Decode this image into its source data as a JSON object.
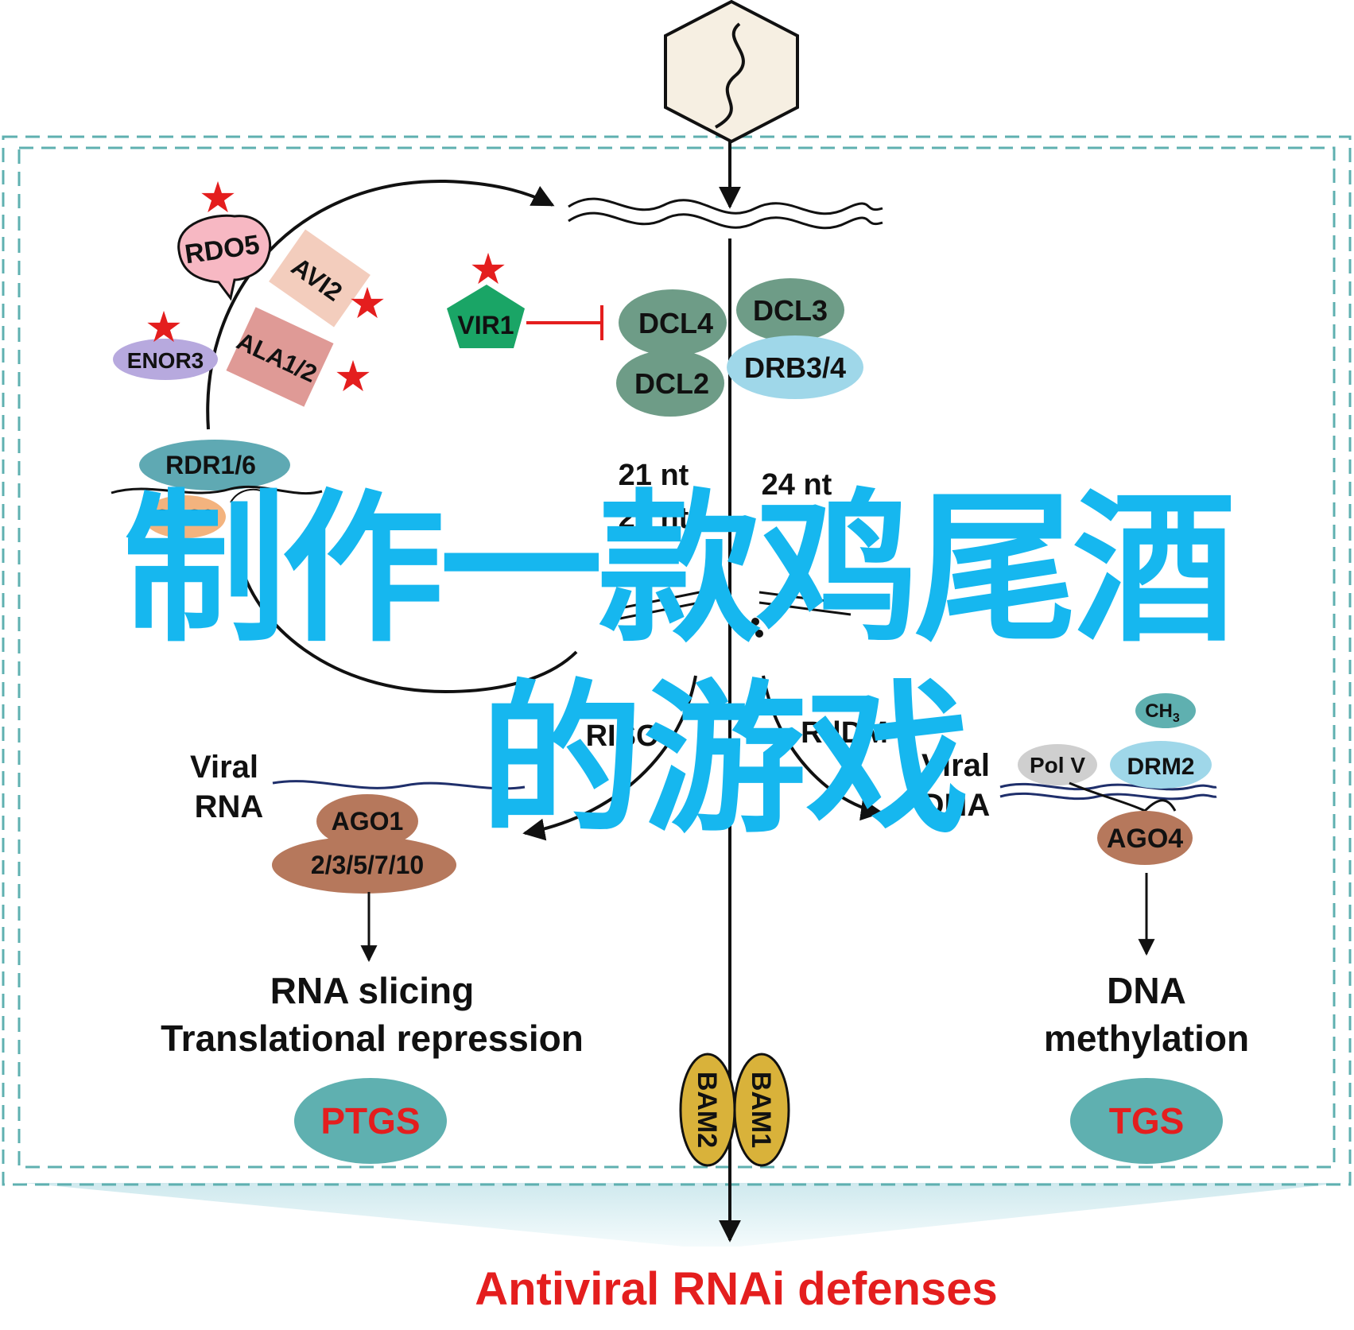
{
  "diagram": {
    "proteins": {
      "rdo5": "RDO5",
      "avi2": "AVI2",
      "enor3": "ENOR3",
      "ala": "ALA1/2",
      "vir1": "VIR1",
      "dcl4": "DCL4",
      "dcl3": "DCL3",
      "dcl2": "DCL2",
      "drb": "DRB3/4",
      "rdr": "RDR1/6",
      "sgs3": "SGS3",
      "ago1": "AGO1",
      "ago_other": "2/3/5/7/10",
      "polv": "Pol V",
      "drm2": "DRM2",
      "ago4": "AGO4",
      "bam1": "BAM1",
      "bam2": "BAM2",
      "ch3": "CH",
      "ch3_sub": "3"
    },
    "labels": {
      "nt21": "21 nt",
      "nt22": "22 nt",
      "nt24": "24 nt",
      "risc": "RISC",
      "rdm": "RdDM",
      "viral_rna_1": "Viral",
      "viral_rna_2": "RNA",
      "viral_dna_1": "Viral",
      "viral_dna_2": "DNA",
      "rna_slicing": "RNA slicing",
      "translational": "Translational repression",
      "dna_meth_1": "DNA",
      "dna_meth_2": "methylation",
      "ptgs": "PTGS",
      "tgs": "TGS",
      "bottom_title": "Antiviral RNAi defenses"
    },
    "colors": {
      "dashed_border": "#5fb0b0",
      "star": "#e41e1e",
      "overlay_text": "#16b7ef",
      "title_red": "#e41e1e"
    }
  },
  "overlay": {
    "line1": "制作一款鸡尾酒",
    "line2": "的游戏"
  }
}
